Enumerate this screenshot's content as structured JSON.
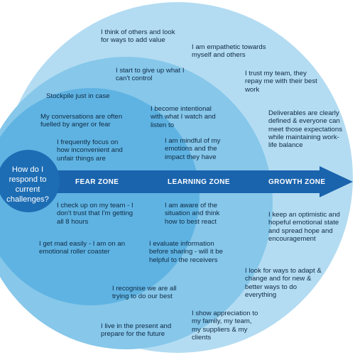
{
  "question": "How do I respond to current challenges?",
  "zones": {
    "fear": "FEAR ZONE",
    "learning": "LEARNING  ZONE",
    "growth": "GROWTH  ZONE"
  },
  "growth_items": [
    "I think of others and look for ways to add value",
    "I am empathetic towards myself and others",
    "I trust my team, they repay me with their best work",
    "Deliverables are clearly defined & everyone can meet those expectations while maintaining work-life balance",
    "I keep an optimistic and hopeful emotional state and spread hope and encouragement",
    "I look for ways to adapt & change and for new & better ways to do everything",
    "I show appreciation to my family, my team, my suppliers & my clients",
    "I live in the present and prepare for the future"
  ],
  "learning_items": [
    "I start to give up what I can't control",
    "I become intentional with what I watch and listen to",
    "I am mindful of my emotions and the impact they have",
    "I am aware of the situation and think how to best react",
    "I evaluate information before sharing - will it be helpful to the receivers",
    "I recognise we are all trying to do our best"
  ],
  "fear_items": [
    "Stockpile just in case",
    "My conversations are often fuelled by anger or fear",
    "I frequently focus on how inconvenient and unfair things are",
    "I check up on my team - I don't trust that I'm getting all 8 hours",
    "I get mad easily - I am on an emotional roller coaster"
  ],
  "colors": {
    "growth_circle": "#b3dcf2",
    "learning_circle": "#86c7ea",
    "fear_circle": "#5fb3e2",
    "question_circle": "#1d6db4",
    "arrow": "#1a63ad",
    "text": "#0f2a44"
  }
}
